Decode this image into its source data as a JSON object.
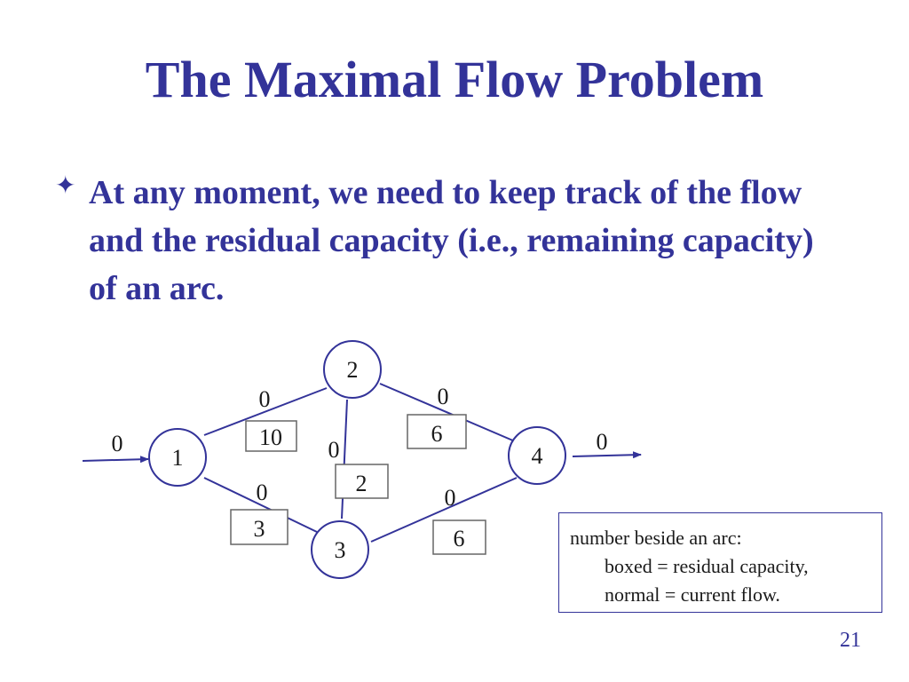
{
  "slide": {
    "title": "The Maximal Flow Problem",
    "bullet_symbol": "✦",
    "bullet_text": "At any moment, we need to keep track of the flow and the residual capacity (i.e., remaining capacity) of an arc.",
    "page_number": "21"
  },
  "network": {
    "nodes": [
      {
        "id": "1",
        "label": "1"
      },
      {
        "id": "2",
        "label": "2"
      },
      {
        "id": "3",
        "label": "3"
      },
      {
        "id": "4",
        "label": "4"
      }
    ],
    "arcs": [
      {
        "from": "source",
        "to": "1",
        "flow": "0"
      },
      {
        "from": "1",
        "to": "2",
        "flow": "0",
        "residual": "10"
      },
      {
        "from": "1",
        "to": "3",
        "flow": "0",
        "residual": "3"
      },
      {
        "from": "2",
        "to": "3",
        "flow": "0",
        "residual": "2"
      },
      {
        "from": "2",
        "to": "4",
        "flow": "0",
        "residual": "6"
      },
      {
        "from": "3",
        "to": "4",
        "flow": "0",
        "residual": "6"
      },
      {
        "from": "4",
        "to": "sink",
        "flow": "0"
      }
    ],
    "colors": {
      "node_stroke": "#333399",
      "arc": "#333399",
      "text": "#1a1a1a",
      "box": "#666666"
    }
  },
  "legend": {
    "line1": "number beside an arc:",
    "line2": "boxed = residual capacity,",
    "line3": "normal = current flow."
  }
}
